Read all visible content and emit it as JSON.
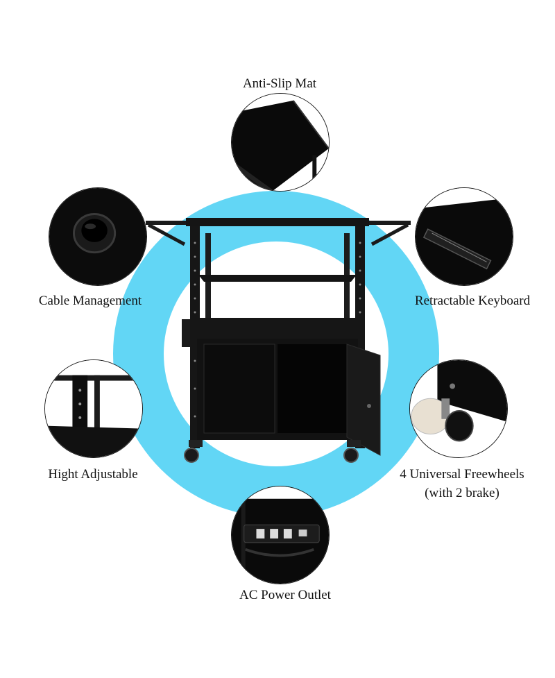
{
  "features": {
    "anti_slip_mat": "Anti-Slip Mat",
    "cable_management": "Cable Management",
    "retractable_keyboard": "Retractable Keyboard",
    "hight_adjustable": "Hight Adjustable",
    "freewheels_line1": "4 Universal Freewheels",
    "freewheels_line2": "(with 2 brake)",
    "ac_power_outlet": "AC Power Outlet"
  },
  "colors": {
    "ring": "#62d6f5",
    "cart": "#111111",
    "background": "#ffffff"
  }
}
